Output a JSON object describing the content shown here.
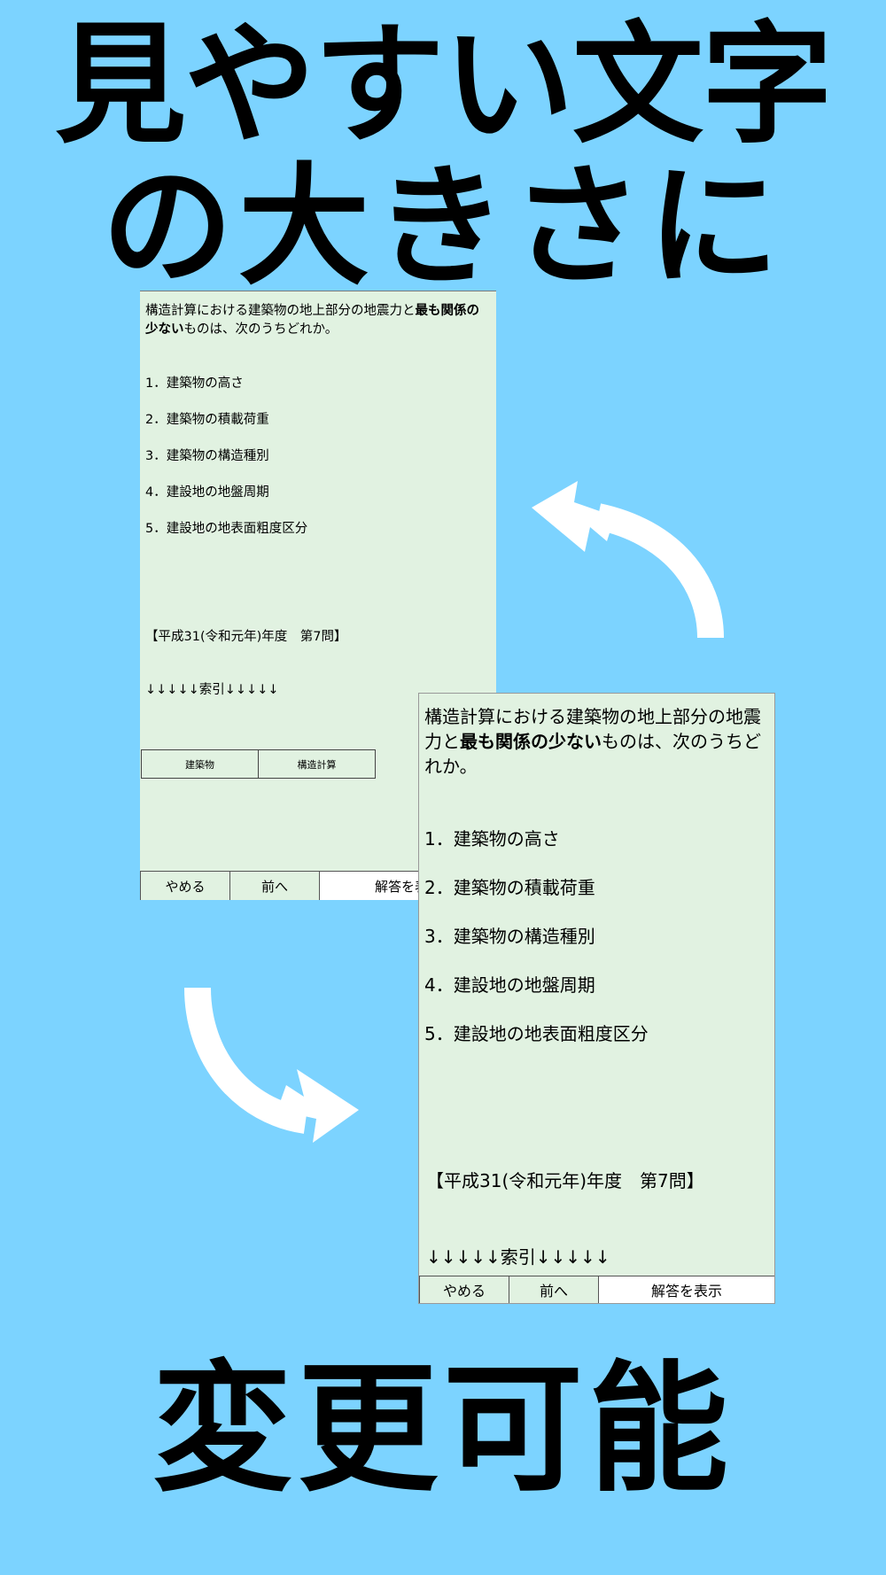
{
  "headline": {
    "line1": "見やすい文字",
    "line2": "の大きさに",
    "footer": "変更可能"
  },
  "question": {
    "text_before": "構造計算における建築物の地上部分の地震力と",
    "text_bold": "最も関係の少ない",
    "text_after": "ものは、次のうちどれか。",
    "options": [
      "1．建築物の高さ",
      "2．建築物の積載荷重",
      "3．建築物の構造種別",
      "4．建設地の地盤周期",
      "5．建設地の地表面粗度区分"
    ],
    "source": "【平成31(令和元年)年度　第7問】",
    "index_label": "↓↓↓↓↓索引↓↓↓↓↓",
    "tags": [
      "建築物",
      "構造計算"
    ]
  },
  "toolbar": {
    "quit_label": "やめる",
    "prev_label": "前へ",
    "answer_label": "解答を表示"
  },
  "colors": {
    "background": "#7cd3ff",
    "screen": "#e1f2e1",
    "arrow": "#ffffff"
  }
}
